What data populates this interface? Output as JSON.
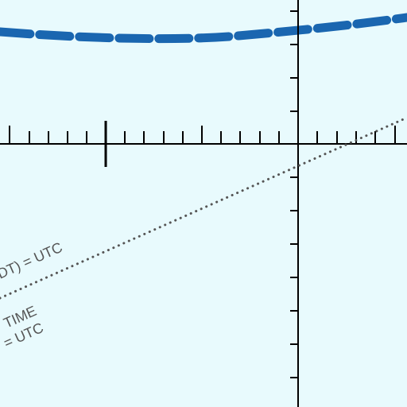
{
  "labels": {
    "line_one": "DT) = UTC",
    "line_two_a": "TIME",
    "line_two_b": "= UTC"
  },
  "colors": {
    "background": "#e8fafd",
    "axis": "#000000",
    "dashed_curve": "#1a66b0",
    "dotted_line": "#555555",
    "label_text": "#555555"
  }
}
